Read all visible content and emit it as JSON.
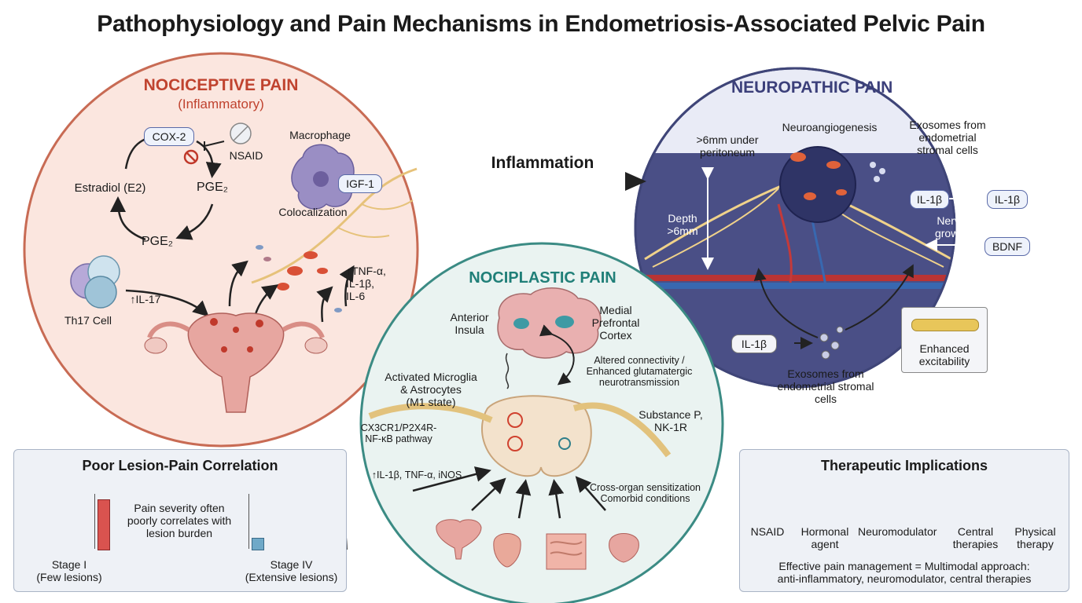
{
  "title": "Pathophysiology and Pain Mechanisms in Endometriosis-Associated Pelvic Pain",
  "nociceptive": {
    "heading": "NOCICEPTIVE PAIN",
    "subheading": "(Inflammatory)",
    "cox2": "COX-2",
    "nsaid": "NSAID",
    "pge2_top": "PGE₂",
    "pge2_bottom": "PGE₂",
    "estradiol": "Estradiol (E2)",
    "macrophage": "Macrophage",
    "igf1": "IGF-1",
    "colocalization": "Colocalization",
    "cytokines": [
      "↑TNF-α,",
      "IL-1β,",
      "IL-6"
    ],
    "th17": "Th17 Cell",
    "il17": "↑IL-17"
  },
  "arrow_label": "Inflammation",
  "neuropathic": {
    "heading": "NEUROPATHIC PAIN",
    "under_peritoneum": [
      ">6mm under",
      "peritoneum"
    ],
    "neuroangiogenesis": "Neuroangiogenesis",
    "exosomes_top": [
      "Exosomes from",
      "endometrial",
      "stromal cells"
    ],
    "depth": [
      "Depth",
      ">6mm"
    ],
    "il1b_a": "IL-1β",
    "il1b_b": "IL-1β",
    "nerve_growth": [
      "Nerve",
      "growth"
    ],
    "bdnf": "BDNF",
    "il1b_c": "IL-1β",
    "exosomes_bottom": [
      "Exosomes from",
      "endometrial stromal",
      "cells"
    ],
    "excitability": [
      "Enhanced",
      "excitability"
    ]
  },
  "nociplastic": {
    "heading": "NOCIPLASTIC PAIN",
    "anterior_insula": [
      "Anterior",
      "Insula"
    ],
    "medial_pfc": [
      "Medial",
      "Prefrontal",
      "Cortex"
    ],
    "altered": [
      "Altered connectivity /",
      "Enhanced glutamatergic",
      "neurotransmission"
    ],
    "microglia": [
      "Activated Microglia",
      "& Astrocytes",
      "(M1 state)"
    ],
    "pathway": [
      "CX3CR1/P2X4R-",
      "NF-κB pathway"
    ],
    "substance_p": [
      "Substance P,",
      "NK-1R"
    ],
    "markers": "↑IL-1β, TNF-α, iNOS",
    "cross_organ": [
      "Cross-organ sensitization",
      "Comorbid conditions"
    ]
  },
  "correlation": {
    "title": "Poor Lesion-Pain Correlation",
    "note": [
      "Pain severity often",
      "poorly correlates with",
      "lesion burden"
    ],
    "stage1": [
      "Stage I",
      "(Few lesions)"
    ],
    "stage4": [
      "Stage IV",
      "(Extensive lesions)"
    ],
    "bar_high": 0.9,
    "bar_low": 0.2
  },
  "therapeutic": {
    "title": "Therapeutic Implications",
    "items": [
      {
        "label": [
          "NSAID",
          ""
        ],
        "icon": "pill-icon"
      },
      {
        "label": [
          "Hormonal",
          "agent"
        ],
        "icon": "syringe-icon"
      },
      {
        "label": [
          "Neuromodulator",
          ""
        ],
        "icon": "brain-lightning-icon"
      },
      {
        "label": [
          "Central",
          "therapies"
        ],
        "icon": "head-brain-icon"
      },
      {
        "label": [
          "Physical",
          "therapy"
        ],
        "icon": "physical-therapy-icon"
      }
    ],
    "summary": [
      "Effective pain management = Multimodal approach:",
      "anti-inflammatory, neuromodulator, central therapies"
    ]
  },
  "colors": {
    "nociceptive_fill": "#fbe6df",
    "nociceptive_border": "#c86b54",
    "neuropathic_fill": "#4a4f86",
    "nociplastic_fill": "#eaf3f1",
    "nociplastic_border": "#3b8b84"
  }
}
